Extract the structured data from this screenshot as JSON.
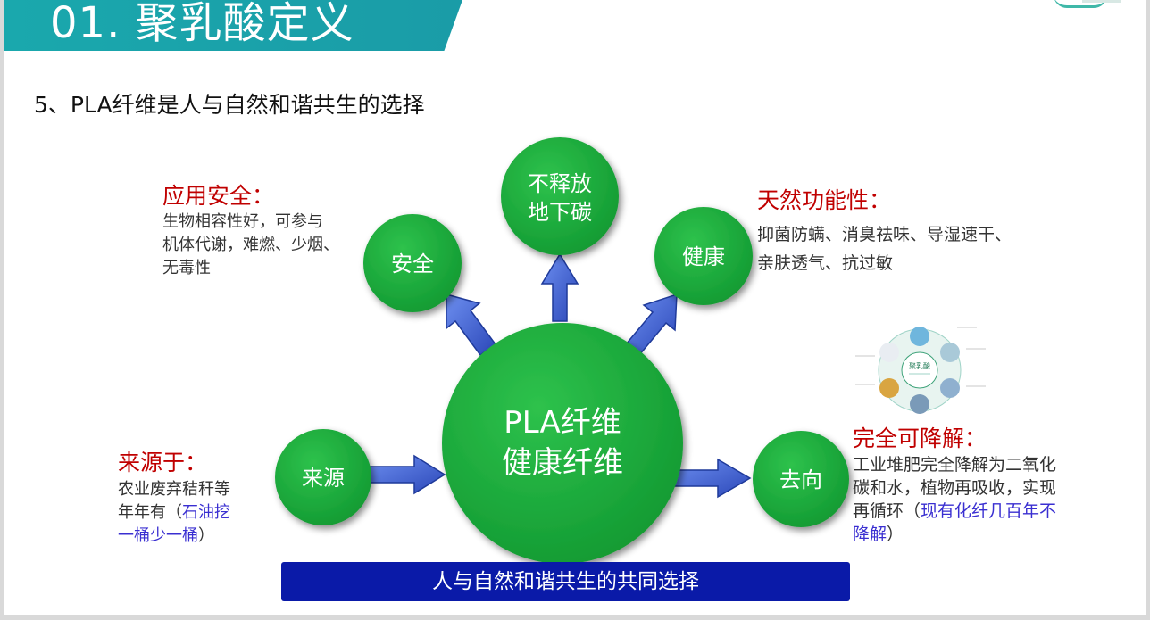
{
  "header": {
    "title": "01. 聚乳酸定义"
  },
  "subtitle": "5、PLA纤维是人与自然和谐共生的选择",
  "center": {
    "line1": "PLA纤维",
    "line2": "健康纤维"
  },
  "nodes": {
    "safety": "安全",
    "carbon_line1": "不释放",
    "carbon_line2": "地下碳",
    "health": "健康",
    "source": "来源",
    "destination": "去向"
  },
  "annotations": {
    "safety": {
      "title": "应用安全：",
      "lines": [
        "生物相容性好，可参与",
        "机体代谢，难燃、少烟、",
        "无毒性"
      ]
    },
    "health": {
      "title": "天然功能性：",
      "lines": [
        "抑菌防螨、消臭祛味、导湿速干、",
        "亲肤透气、抗过敏"
      ]
    },
    "source": {
      "title": "来源于：",
      "line1": "农业废弃秸秆等",
      "line2_plain": "年年有（",
      "line2_blue": "石油挖",
      "line3_blue": "一桶少一桶",
      "line3_plain": "）"
    },
    "destination": {
      "title": "完全可降解：",
      "line1": "工业堆肥完全降解为二氧化",
      "line2": "碳和水，植物再吸收，实现",
      "line3_plain": "再循环（",
      "line3_blue": "现有化纤几百年不",
      "line4_blue": "降解",
      "line4_plain": "）"
    }
  },
  "thumbnail": {
    "center_label": "聚乳酸"
  },
  "banner": "人与自然和谐共生的共同选择",
  "colors": {
    "node_green": "#18a83a",
    "arrow_blue": "#3b5fd0",
    "accent_red": "#c00000",
    "banner_blue": "#0a1aa8",
    "title_teal": "#1aa8ad"
  }
}
